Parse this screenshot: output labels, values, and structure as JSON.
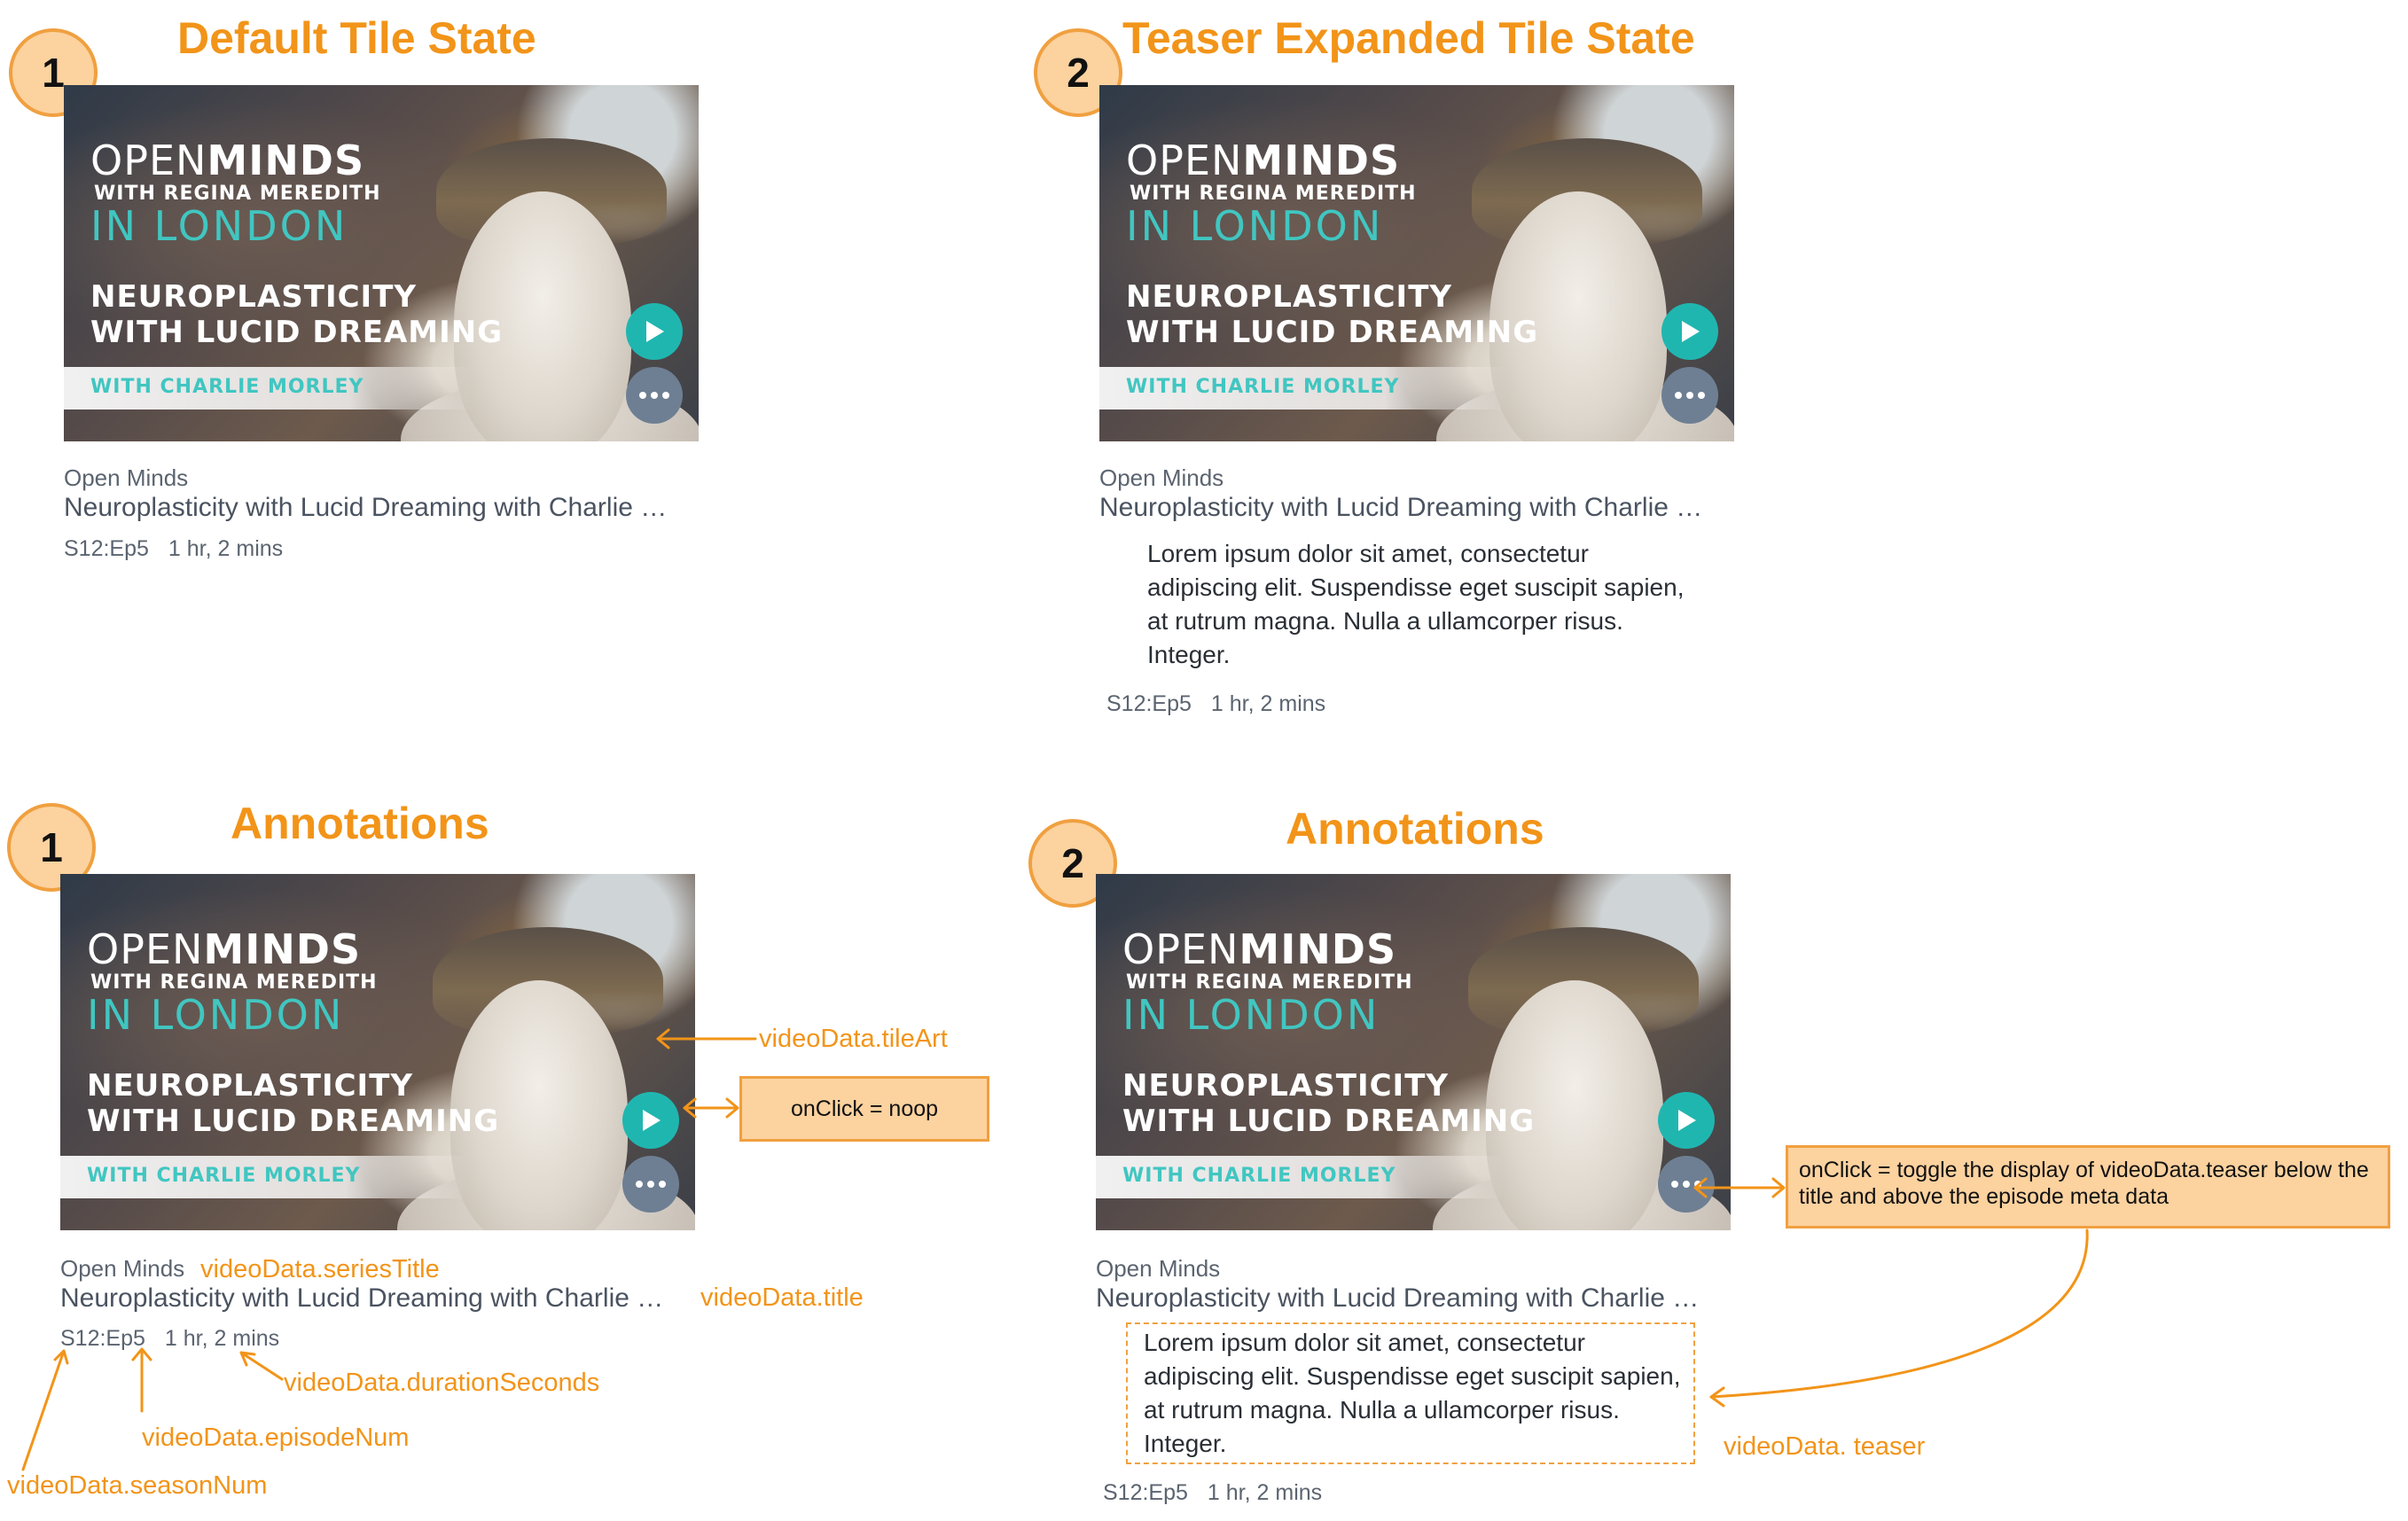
{
  "headings": {
    "default_state": "Default Tile State",
    "expanded_state": "Teaser Expanded Tile State",
    "annotations_1": "Annotations",
    "annotations_2": "Annotations"
  },
  "badges": {
    "one": "1",
    "two": "2"
  },
  "tile_art": {
    "line_open": "OPEN",
    "line_minds": "MINDS",
    "line_with": "WITH REGINA MEREDITH",
    "line_london": "IN LONDON",
    "line_neuro": "NEUROPLASTICITY",
    "line_lucid": "WITH LUCID DREAMING",
    "line_charlie": "WITH CHARLIE MORLEY",
    "play_icon": "play-icon",
    "more_icon": "more-dots-icon",
    "play_color": "#20b6b0",
    "more_color": "#6e7f93"
  },
  "tile": {
    "series_title": "Open Minds",
    "title": "Neuroplasticity with Lucid Dreaming with Charlie …",
    "season_ep": "S12:Ep5",
    "duration": "1 hr, 2 mins",
    "teaser": "Lorem ipsum dolor sit amet, consectetur adipiscing elit. Suspendisse eget suscipit sapien, at rutrum magna. Nulla a ullamcorper risus. Integer."
  },
  "annotations": {
    "tile_art": "videoData.tileArt",
    "play_click": "onClick = noop",
    "series_title": "videoData.seriesTitle",
    "title": "videoData.title",
    "duration": "videoData.durationSeconds",
    "episode_num": "videoData.episodeNum",
    "season_num": "videoData.seasonNum",
    "more_click": "onClick = toggle the display of videoData.teaser below the title and above the episode meta data",
    "teaser": "videoData. teaser"
  },
  "colors": {
    "accent": "#f29419",
    "badge_fill": "#fcd29f",
    "text_dark": "#4a5360"
  }
}
